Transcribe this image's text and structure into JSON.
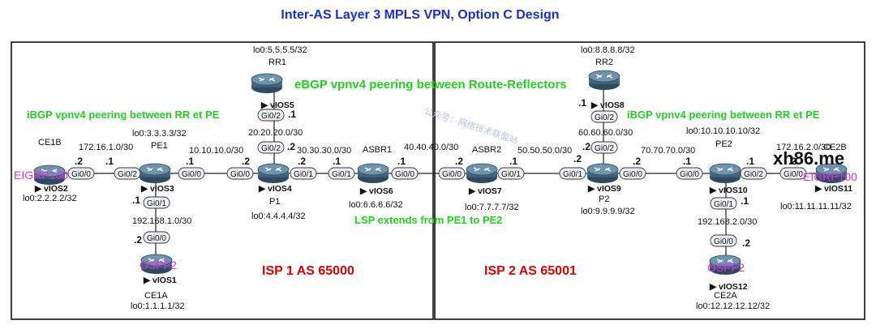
{
  "title": "Inter-AS Layer 3 MPLS VPN, Option C Design",
  "annotations": {
    "ebgp": "eBGP vpnv4 peering between Route-Reflectors",
    "ibgp_left": "iBGP vpnv4 peering between RR et PE",
    "ibgp_right": "iBGP vpnv4 peering between RR et PE",
    "lsp": "LSP extends from PE1 to PE2",
    "isp1": "ISP 1 AS 65000",
    "isp2": "ISP 2 AS 65001",
    "eigrp_left": "EIGRP100",
    "eigrp_right": "EIGRP100",
    "ospf_left": "OSPF2",
    "ospf_right": "OSPF2",
    "watermark": "xh86.me",
    "faint_watermark": "公众号：网络技术联盟站"
  },
  "nodes": {
    "ce1b": {
      "name": "CE1B",
      "type": "vIOS2",
      "loopback": "lo0:2.2.2.2/32"
    },
    "pe1": {
      "name": "PE1",
      "type": "vIOS3",
      "loopback": "lo0:3.3.3.3/32"
    },
    "ce1a": {
      "name": "CE1A",
      "type": "vIOS1",
      "loopback": "lo0:1.1.1.1/32"
    },
    "rr1": {
      "name": "RR1",
      "type": "vIOS5",
      "loopback": "lo0:5.5.5.5/32"
    },
    "p1": {
      "name": "P1",
      "type": "vIOS4",
      "loopback": "lo0:4.4.4.4/32"
    },
    "asbr1": {
      "name": "ASBR1",
      "type": "vIOS6",
      "loopback": "lo0:6.6.6.6/32"
    },
    "asbr2": {
      "name": "ASBR2",
      "type": "vIOS7",
      "loopback": "lo0:7.7.7.7/32"
    },
    "rr2": {
      "name": "RR2",
      "type": "vIOS8",
      "loopback": "lo0:8.8.8.8/32"
    },
    "p2": {
      "name": "P2",
      "type": "vIOS9",
      "loopback": "lo0:9.9.9.9/32"
    },
    "pe2": {
      "name": "PE2",
      "type": "vIOS10",
      "loopback": "lo0:10.10.10.10/32"
    },
    "ce2b": {
      "name": "CE2B",
      "type": "vIOS11",
      "loopback": "lo0:11.11.11.11/32"
    },
    "ce2a": {
      "name": "CE2A",
      "type": "vIOS12",
      "loopback": "lo0:12.12.12.12/32"
    }
  },
  "subnets": {
    "ce1b_pe1": "172.16.1.0/30",
    "pe1_p1": "10.10.10.0/30",
    "pe1_ce1a": "192.168.1.0/30",
    "p1_rr1": "20.20.20.0/30",
    "p1_asbr1": "30.30.30.0/30",
    "asbr1_asbr2": "40.40.40.0/30",
    "asbr2_p2": "50.50.50.0/30",
    "p2_rr2": "60.60.60.0/30",
    "p2_pe2": "70.70.70.0/30",
    "pe2_ce2b": "172.16.2.0/30",
    "pe2_ce2a": "192.168.2.0/30"
  },
  "interfaces": {
    "ce1b_gi00": "Gi0/0",
    "pe1_gi02": "Gi0/2",
    "pe1_gi01": "Gi0/1",
    "pe1_gi00": "Gi0/0",
    "ce1a_gi00": "Gi0/0",
    "p1_gi00": "Gi0/0",
    "p1_gi01": "Gi0/1",
    "p1_gi02": "Gi0/2",
    "rr1_gi02": "Gi0/2",
    "asbr1_gi01": "Gi0/1",
    "asbr1_gi00": "Gi0/0",
    "asbr2_gi00": "Gi0/0",
    "asbr2_gi01": "Gi0/1",
    "p2_gi01": "Gi0/1",
    "p2_gi02": "Gi0/2",
    "p2_gi00": "Gi0/0",
    "rr2_gi02": "Gi0/2",
    "pe2_gi00": "Gi0/0",
    "pe2_gi02": "Gi0/2",
    "pe2_gi01": "Gi0/1",
    "ce2b_gi00": "Gi0/0",
    "ce2a_gi00": "Gi0/0"
  },
  "host_ids": {
    "h2": ".2",
    "h1": ".1"
  }
}
